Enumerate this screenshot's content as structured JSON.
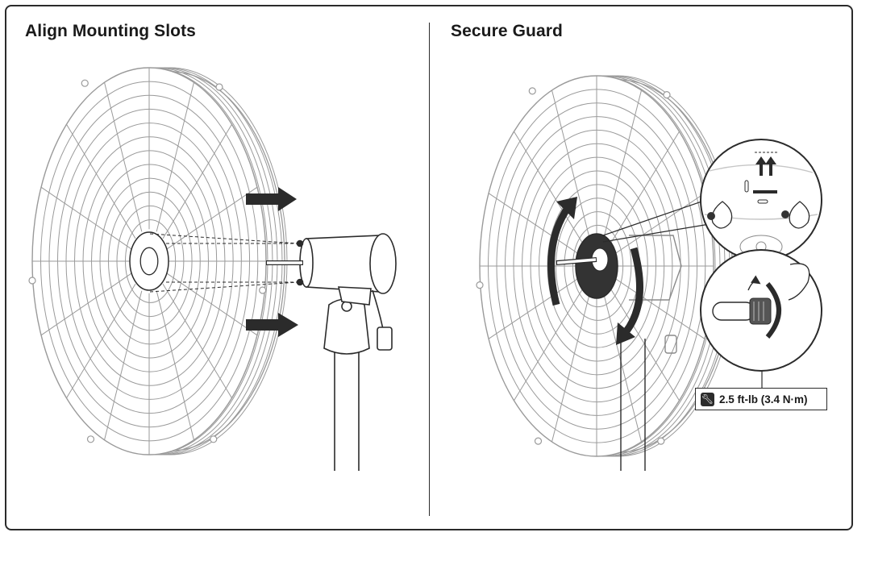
{
  "panels": {
    "left": {
      "title": "Align Mounting Slots"
    },
    "right": {
      "title": "Secure Guard"
    }
  },
  "torque_spec": {
    "icon": "wrench-icon",
    "label": "2.5 ft-lb (3.4 N·m)"
  },
  "colors": {
    "line": "#2b2b2b",
    "guard": "#9a9a9a",
    "hub": "#333333"
  }
}
